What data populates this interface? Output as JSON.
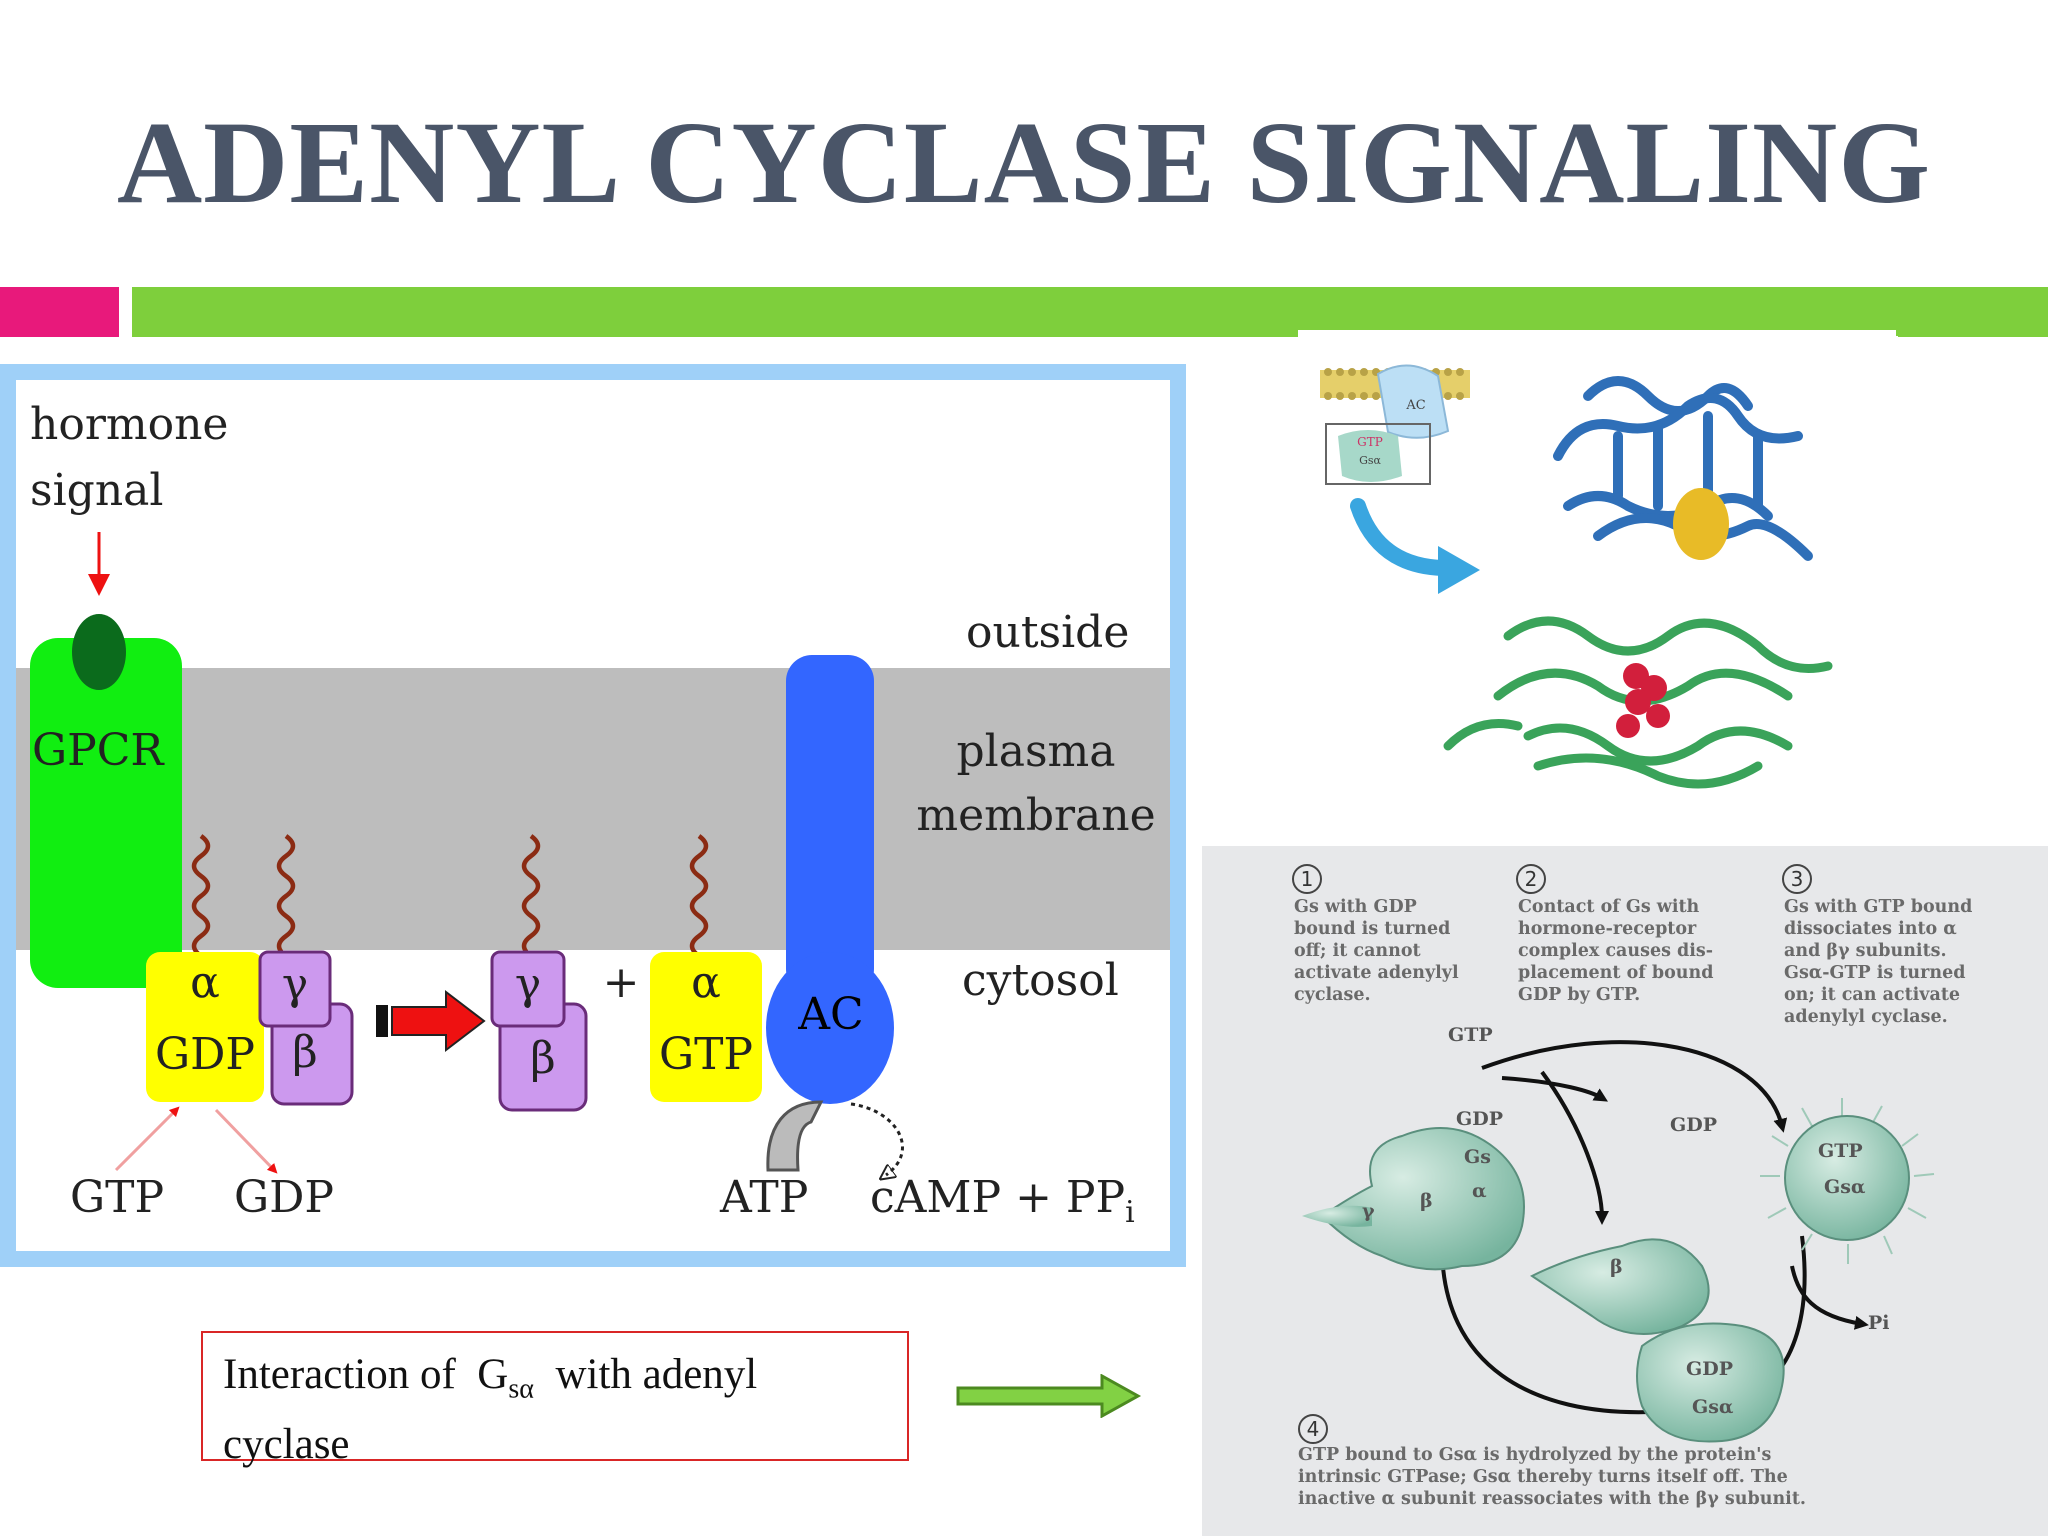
{
  "slide": {
    "title": "ADENYL CYCLASE SIGNALING"
  },
  "diagram": {
    "hormone_signal": [
      "hormone",
      "signal"
    ],
    "outside": "outside",
    "plasma_membrane": [
      "plasma",
      "membrane"
    ],
    "cytosol": "cytosol",
    "gpcr": "GPCR",
    "alpha": "α",
    "gamma": "γ",
    "beta": "β",
    "gdp": "GDP",
    "gtp": "GTP",
    "plus": "+",
    "ac": "AC",
    "gtp_bottom": "GTP",
    "gdp_bottom": "GDP",
    "atp": "ATP",
    "camp": "cAMP + PP",
    "camp_sub": "i",
    "colors": {
      "membrane": "#bdbdbd",
      "gpcr": "#11ee11",
      "g_alpha": "#ffff00",
      "g_betagamma": "#cc99ee",
      "ac": "#3366ff",
      "arrow": "#ee1111"
    }
  },
  "caption": {
    "pre": "Interaction of  G",
    "sub": "sα",
    "post": "  with adenyl cyclase"
  },
  "protein_panel": {
    "ac_label": "AC",
    "gtp_label": "GTP",
    "gsa_label": "Gsα"
  },
  "cycle_panel": {
    "step1": {
      "num": "1",
      "text": [
        "Gs with GDP",
        "bound is turned",
        "off; it cannot",
        "activate adenylyl",
        "cyclase."
      ]
    },
    "step2": {
      "num": "2",
      "text": [
        "Contact of Gs with",
        "hormone-receptor",
        "complex causes dis-",
        "placement of bound",
        "GDP by GTP."
      ]
    },
    "step3": {
      "num": "3",
      "text": [
        "Gs with GTP bound",
        "dissociates into α",
        "and βγ subunits.",
        "Gsα-GTP is turned",
        "on; it can activate",
        "adenylyl cyclase."
      ]
    },
    "step4": {
      "num": "4",
      "text": [
        "GTP bound to Gsα is hydrolyzed by the protein's",
        "intrinsic GTPase; Gsα thereby turns itself off. The",
        "inactive α subunit reassociates with the βγ subunit."
      ]
    },
    "labels": {
      "gtp_in": "GTP",
      "gdp_out": "GDP",
      "gdp_left": "GDP",
      "gs_left": "Gs",
      "gtp_right": "GTP",
      "gsa_right": "Gsα",
      "gdp_bottom": "GDP",
      "gsa_bottom": "Gsα",
      "pi": "Pi",
      "beta_mid": "β",
      "gamma_left": "γ",
      "beta_left": "β",
      "alpha_left": "α"
    }
  }
}
